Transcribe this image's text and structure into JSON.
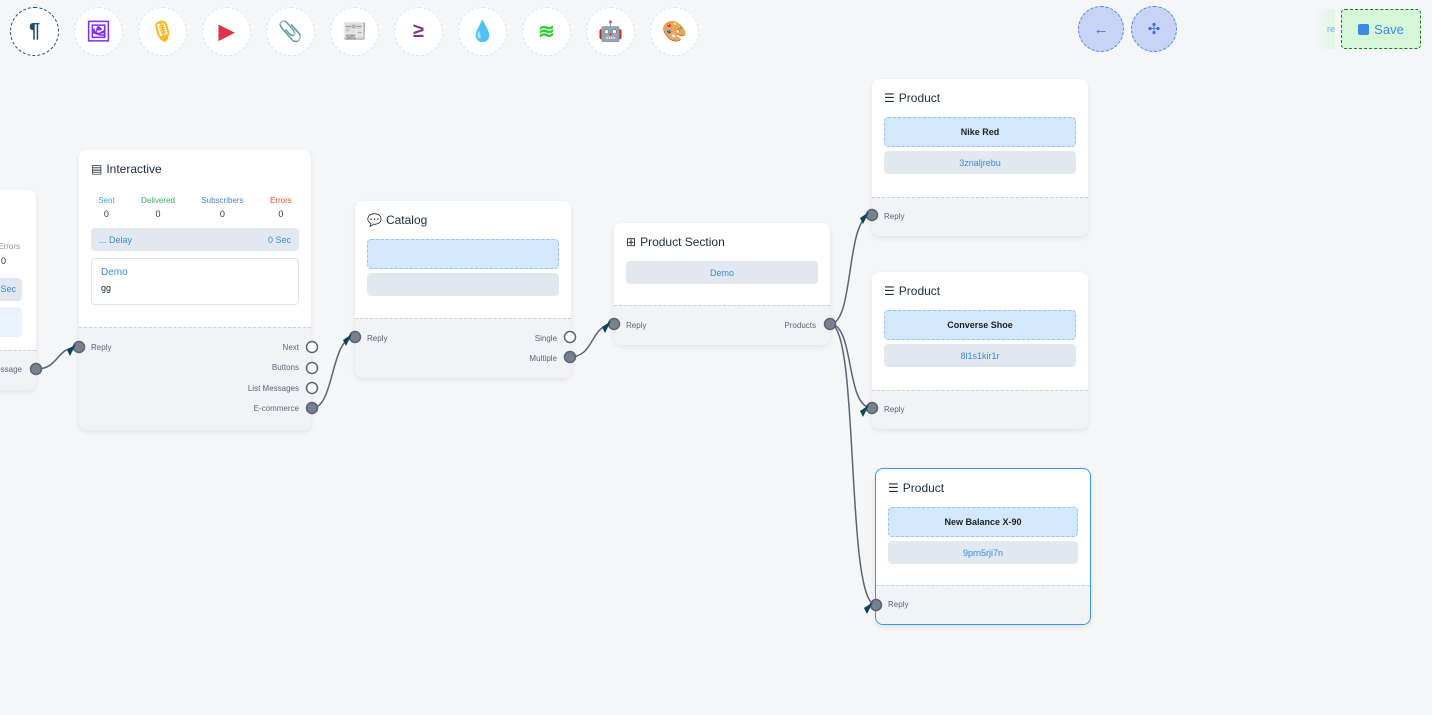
{
  "toolbar": {
    "tools": [
      {
        "name": "paragraph-icon",
        "glyph": "¶",
        "color": "#1d4e6e"
      },
      {
        "name": "image-icon",
        "glyph": "🖼",
        "color": "#7b2ff7"
      },
      {
        "name": "microphone-icon",
        "glyph": "🎙",
        "color": "#f5b920"
      },
      {
        "name": "youtube-icon",
        "glyph": "▶",
        "color": "#dc3545"
      },
      {
        "name": "paperclip-icon",
        "glyph": "📎",
        "color": "#28a745"
      },
      {
        "name": "newspaper-icon",
        "glyph": "📰",
        "color": "#ff7a7a"
      },
      {
        "name": "greater-equal-icon",
        "glyph": "≥",
        "color": "#7a3a7a"
      },
      {
        "name": "drop-icon",
        "glyph": "💧",
        "color": "#c8102e"
      },
      {
        "name": "stack-icon",
        "glyph": "≋",
        "color": "#33cc33"
      },
      {
        "name": "robot-icon",
        "glyph": "🤖",
        "color": "#0000ee"
      },
      {
        "name": "palette-icon",
        "glyph": "🎨",
        "color": "#22cc22"
      }
    ],
    "back_glyph": "←",
    "collapse_glyph": "✣",
    "save_label": "Save",
    "ghost_label": "re"
  },
  "partial_node": {
    "errors_label": "Errors",
    "errors_value": "0",
    "sec": "Sec",
    "out_label": "essage"
  },
  "interactive": {
    "title": "Interactive",
    "stats": [
      {
        "label": "Sent",
        "value": "0",
        "color": "#3ba6e8"
      },
      {
        "label": "Delivered",
        "value": "0",
        "color": "#34b05a"
      },
      {
        "label": "Subscribers",
        "value": "0",
        "color": "#4a7fd6"
      },
      {
        "label": "Errors",
        "value": "0",
        "color": "#f04a2a"
      }
    ],
    "delay_label": "... Delay",
    "delay_value": "0 Sec",
    "message_title": "Demo",
    "message_body": "gg",
    "reply": "Reply",
    "outputs": [
      "Next",
      "Buttons",
      "List Messages",
      "E-commerce"
    ]
  },
  "catalog": {
    "title": "Catalog",
    "reply": "Reply",
    "outputs": [
      "Single",
      "Multiple"
    ]
  },
  "product_section": {
    "title": "Product Section",
    "item": "Demo",
    "reply": "Reply",
    "output": "Products"
  },
  "products": [
    {
      "title": "Product",
      "name": "Nike Red",
      "id": "3znaljrebu",
      "reply": "Reply"
    },
    {
      "title": "Product",
      "name": "Converse Shoe",
      "id": "8l1s1kir1r",
      "reply": "Reply"
    },
    {
      "title": "Product",
      "name": "New Balance X-90",
      "id": "9prn5rji7n",
      "reply": "Reply"
    }
  ]
}
